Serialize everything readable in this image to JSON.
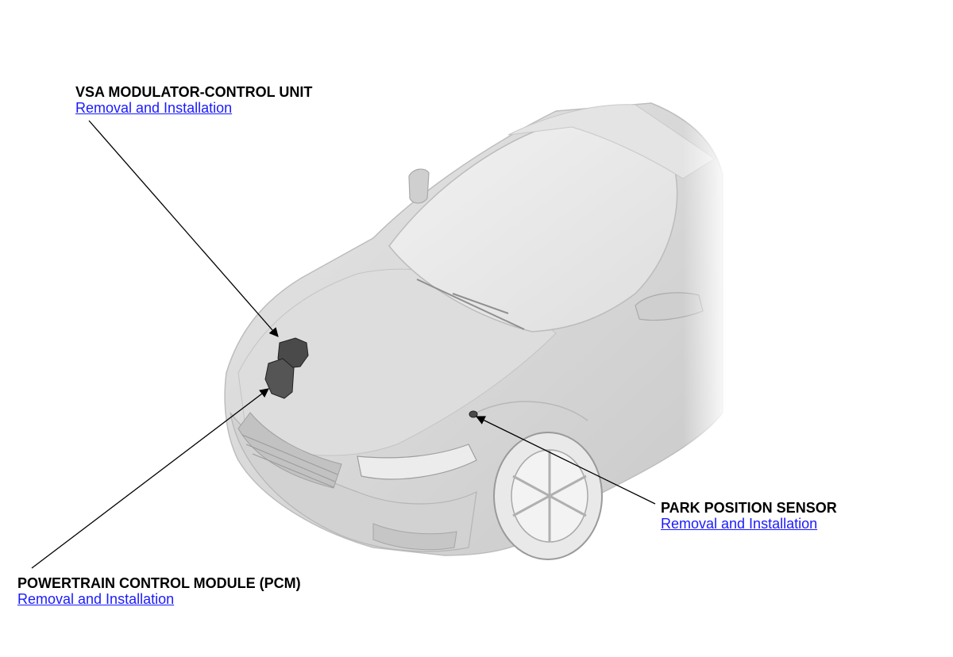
{
  "callouts": {
    "vsa": {
      "title": "VSA MODULATOR-CONTROL UNIT",
      "link": "Removal and Installation"
    },
    "pcm": {
      "title": "POWERTRAIN CONTROL MODULE (PCM)",
      "link": "Removal and Installation"
    },
    "pps": {
      "title": "PARK POSITION SENSOR",
      "link": "Removal and Installation"
    }
  },
  "colors": {
    "link": "#1a1aff",
    "text": "#000000",
    "car_body": "#d9d9d9",
    "component": "#4a4a4a"
  }
}
